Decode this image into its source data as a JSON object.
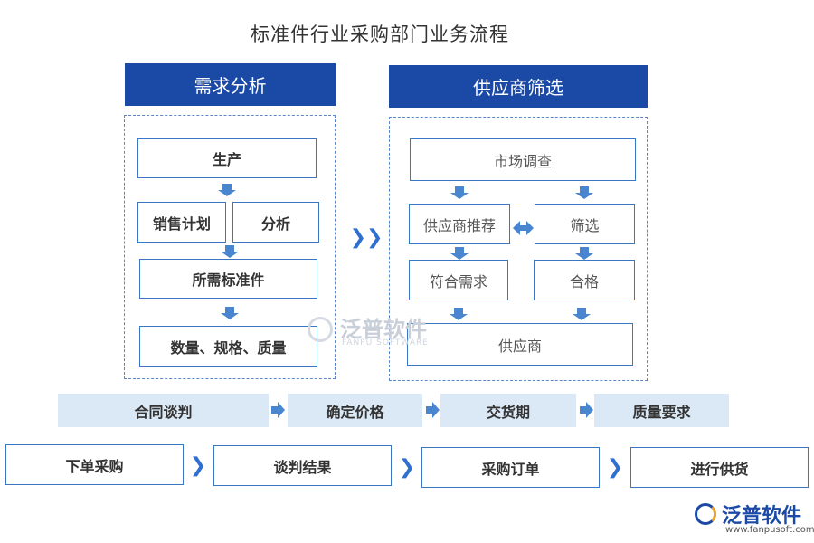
{
  "title": "标准件行业采购部门业务流程",
  "left_panel": {
    "header": "需求分析",
    "production": "生产",
    "sales_plan": "销售计划",
    "analysis": "分析",
    "required_parts": "所需标准件",
    "specs": "数量、规格、质量"
  },
  "right_panel": {
    "header": "供应商筛选",
    "market_research": "市场调查",
    "supplier_recommend": "供应商推荐",
    "screening": "筛选",
    "meets_demand": "符合需求",
    "qualified": "合格",
    "supplier": "供应商"
  },
  "bar_row": [
    "合同谈判",
    "确定价格",
    "交货期",
    "质量要求"
  ],
  "bottom_row": [
    "下单采购",
    "谈判结果",
    "采购订单",
    "进行供货"
  ],
  "watermark": {
    "name": "泛普软件",
    "sub": "FANPU SOFTWARE"
  },
  "logo": {
    "name": "泛普软件",
    "url": "www.fanpusoft.com"
  },
  "colors": {
    "header": "#1b4aa6",
    "arrow": "#4a86cf",
    "bar": "#dbe8f5",
    "border": "#3a77c2"
  }
}
